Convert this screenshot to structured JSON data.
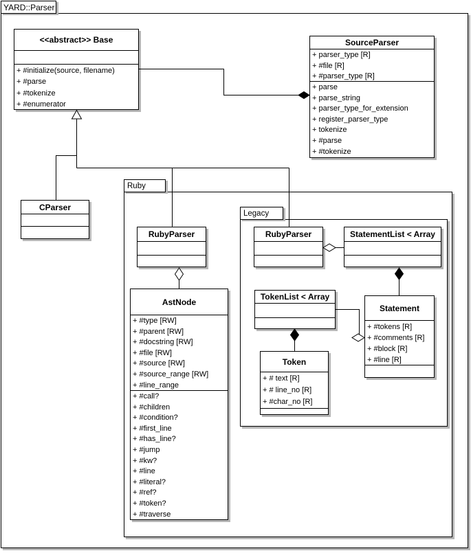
{
  "diagram": {
    "title": "YARD::Parser",
    "colors": {
      "line": "#000000",
      "fill": "#ffffff",
      "shadow": "#b6b6b6"
    }
  },
  "packages": {
    "ruby": {
      "label": "Ruby"
    },
    "legacy": {
      "label": "Legacy"
    }
  },
  "classes": {
    "base": {
      "name": "<<abstract>> Base",
      "attributes": [],
      "methods": [
        "+ #initialize(source, filename)",
        "+ #parse",
        "+ #tokenize",
        "+ #enumerator"
      ]
    },
    "source_parser": {
      "name": "SourceParser",
      "attributes": [
        "+ parser_type [R]",
        "+ #file [R]",
        "+ #parser_type [R]"
      ],
      "methods": [
        "+ parse",
        "+ parse_string",
        "+ parser_type_for_extension",
        "+ register_parser_type",
        "+ tokenize",
        "+ #parse",
        "+ #tokenize"
      ]
    },
    "cparser": {
      "name": "CParser",
      "attributes": [],
      "methods": []
    },
    "ruby_rubyparser": {
      "name": "RubyParser",
      "attributes": [],
      "methods": []
    },
    "astnode": {
      "name": "AstNode",
      "attributes": [
        "+ #type [RW]",
        "+ #parent [RW]",
        "+ #docstring [RW]",
        "+ #file [RW]",
        "+ #source [RW]",
        "+ #source_range [RW]",
        "+ #line_range"
      ],
      "methods": [
        "+ #call?",
        "+ #children",
        "+ #condition?",
        "+ #first_line",
        "+ #has_line?",
        "+ #jump",
        "+ #kw?",
        "+ #line",
        "+ #literal?",
        "+ #ref?",
        "+ #token?",
        "+ #traverse"
      ]
    },
    "legacy_rubyparser": {
      "name": "RubyParser",
      "attributes": [],
      "methods": []
    },
    "statementlist": {
      "name": "StatementList < Array",
      "attributes": [],
      "methods": []
    },
    "tokenlist": {
      "name": "TokenList < Array",
      "attributes": [],
      "methods": []
    },
    "token": {
      "name": "Token",
      "attributes": [
        "+ # text [R]",
        "+ # line_no [R]",
        "+ #char_no [R]"
      ],
      "methods": []
    },
    "statement": {
      "name": "Statement",
      "attributes": [
        "+ #tokens [R]",
        "+ #comments [R]",
        "+ #block [R]",
        "+ #line [R]"
      ],
      "methods": []
    }
  },
  "relationships": [
    {
      "from": "SourceParser",
      "to": "<<abstract>> Base",
      "type": "composition"
    },
    {
      "from": "CParser",
      "to": "<<abstract>> Base",
      "type": "generalization"
    },
    {
      "from": "Ruby::RubyParser",
      "to": "<<abstract>> Base",
      "type": "generalization"
    },
    {
      "from": "Legacy::RubyParser",
      "to": "<<abstract>> Base",
      "type": "generalization"
    },
    {
      "from": "Ruby::RubyParser",
      "to": "AstNode",
      "type": "aggregation"
    },
    {
      "from": "Legacy::RubyParser",
      "to": "StatementList < Array",
      "type": "aggregation"
    },
    {
      "from": "StatementList < Array",
      "to": "Statement",
      "type": "composition"
    },
    {
      "from": "TokenList < Array",
      "to": "Token",
      "type": "composition"
    },
    {
      "from": "Statement",
      "to": "TokenList < Array",
      "type": "aggregation"
    }
  ]
}
